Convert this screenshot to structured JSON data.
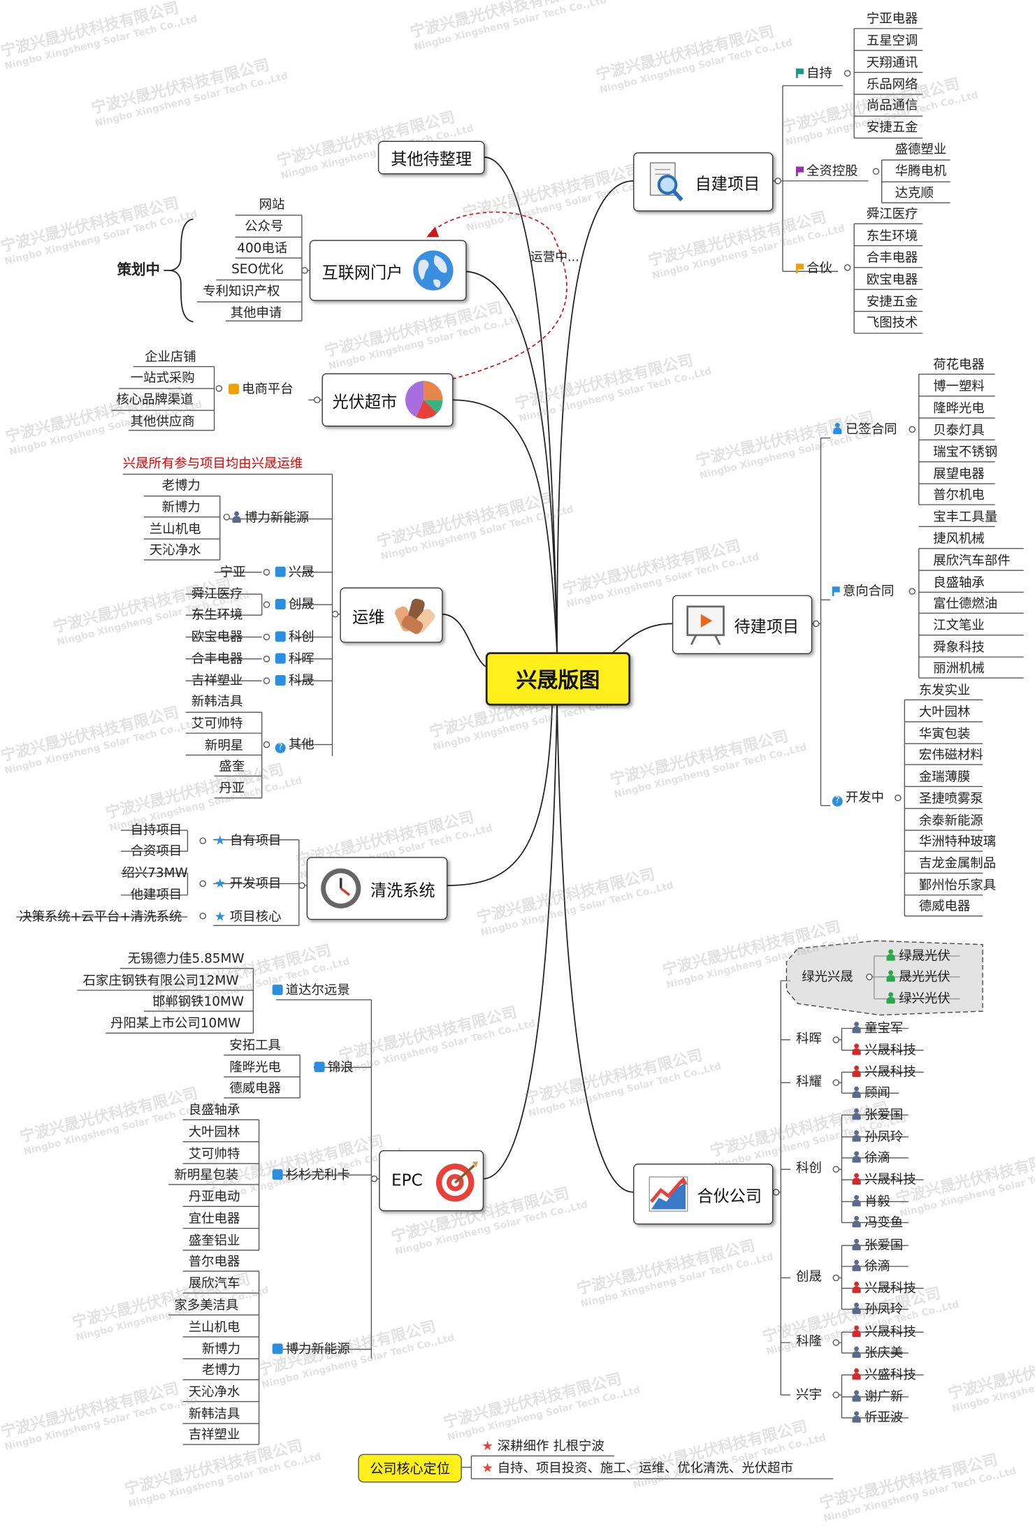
{
  "center": "兴晟版图",
  "branches": {
    "self_built": {
      "label": "自建项目",
      "groups": [
        {
          "label": "自持",
          "items": [
            "宁亚电器",
            "五星空调",
            "天翔通讯",
            "乐品网络",
            "尚品通信",
            "安捷五金"
          ]
        },
        {
          "label": "全资控股",
          "items": [
            "盛德塑业",
            "华腾电机",
            "达克顺"
          ]
        },
        {
          "label": "合伙",
          "items": [
            "舜江医疗",
            "东生环境",
            "合丰电器",
            "欧宝电器",
            "安捷五金",
            "飞图技术"
          ]
        }
      ]
    },
    "pending": {
      "label": "待建项目",
      "groups": [
        {
          "label": "已签合同",
          "items": [
            "荷花电器",
            "博一塑料",
            "隆晔光电",
            "贝泰灯具",
            "瑞宝不锈钢",
            "展望电器",
            "普尔机电",
            "宝丰工具量"
          ]
        },
        {
          "label": "意向合同",
          "items": [
            "捷风机械",
            "展欣汽车部件",
            "良盛轴承",
            "富仕德燃油",
            "江文笔业",
            "舜象科技",
            "丽洲机械"
          ]
        },
        {
          "label": "开发中",
          "items": [
            "东发实业",
            "大叶园林",
            "华寅包装",
            "宏伟磁材料",
            "金瑞薄膜",
            "圣捷喷雾泵",
            "余泰新能源",
            "华洲特种玻璃",
            "吉龙金属制品",
            "鄞州怡乐家具",
            "德威电器"
          ]
        }
      ]
    },
    "partners": {
      "label": "合伙公司",
      "boundary": {
        "label": "绿光兴晟",
        "items": [
          "绿晟光伏",
          "晟光光伏",
          "绿兴光伏"
        ]
      },
      "groups": [
        {
          "label": "科晖",
          "items": [
            "童宝军",
            "兴晟科技"
          ]
        },
        {
          "label": "科耀",
          "items": [
            "兴晟科技",
            "顾闻"
          ]
        },
        {
          "label": "科创",
          "items": [
            "张爱国",
            "孙凤玲",
            "徐滴",
            "兴晟科技",
            "肖毅",
            "冯变鱼"
          ]
        },
        {
          "label": "创晟",
          "items": [
            "张爱国",
            "徐滴",
            "兴晟科技",
            "孙凤玲"
          ]
        },
        {
          "label": "科隆",
          "items": [
            "兴晟科技",
            "张庆美"
          ]
        },
        {
          "label": "兴宇",
          "items": [
            "兴盛科技",
            "谢广新",
            "忻亚波"
          ]
        }
      ]
    },
    "other": {
      "label": "其他待整理"
    },
    "portal": {
      "label": "互联网门户",
      "annotation": "运营中...",
      "bracket_label": "策划中",
      "items": [
        "网站",
        "公众号",
        "400电话",
        "SEO优化",
        "专利知识产权",
        "其他申请"
      ]
    },
    "market": {
      "label": "光伏超市",
      "group": "电商平台",
      "items": [
        "企业店铺",
        "一站式采购",
        "核心品牌渠道",
        "其他供应商"
      ]
    },
    "om": {
      "label": "运维",
      "note": "兴晟所有参与项目均由兴晟运维",
      "groups": [
        {
          "label": "博力新能源",
          "items": [
            "老博力",
            "新博力",
            "兰山机电",
            "天沁净水"
          ]
        },
        {
          "label": "兴晟",
          "items": [
            "宁亚"
          ]
        },
        {
          "label": "创晟",
          "items": [
            "舜江医疗",
            "东生环境"
          ]
        },
        {
          "label": "科创",
          "items": [
            "欧宝电器"
          ]
        },
        {
          "label": "科晖",
          "items": [
            "合丰电器"
          ]
        },
        {
          "label": "科晟",
          "items": [
            "吉祥塑业"
          ]
        },
        {
          "label": "其他",
          "items": [
            "新韩洁具",
            "艾可帅特",
            "新明星",
            "盛奎",
            "丹亚"
          ]
        }
      ]
    },
    "cleaning": {
      "label": "清洗系统",
      "groups": [
        {
          "label": "自有项目",
          "items": [
            "自持项目",
            "合资项目"
          ]
        },
        {
          "label": "开发项目",
          "items": [
            "绍兴73MW",
            "他建项目"
          ]
        },
        {
          "label": "项目核心",
          "items": [
            "决策系统+云平台+清洗系统"
          ]
        }
      ]
    },
    "epc": {
      "label": "EPC",
      "groups": [
        {
          "label": "道达尔远景",
          "items": [
            "无锡德力佳5.85MW",
            "石家庄钢铁有限公司12MW",
            "邯郸钢铁10MW",
            "丹阳某上市公司10MW"
          ]
        },
        {
          "label": "锦浪",
          "items": [
            "安拓工具",
            "隆晔光电",
            "德威电器"
          ]
        },
        {
          "label": "杉杉尤利卡",
          "items": [
            "良盛轴承",
            "大叶园林",
            "艾可帅特",
            "新明星包装",
            "丹亚电动",
            "宜仕电器",
            "盛奎铝业"
          ]
        },
        {
          "label": "博力新能源",
          "items": [
            "普尔电器",
            "展欣汽车",
            "家多美洁具",
            "兰山机电",
            "新博力",
            "老博力",
            "天沁净水",
            "新韩洁具",
            "吉祥塑业"
          ]
        }
      ]
    }
  },
  "core_position": {
    "label": "公司核心定位",
    "items": [
      "深耕细作 扎根宁波",
      "自持、项目投资、施工、运维、优化清洗、光伏超市"
    ]
  },
  "watermark": {
    "cn": "宁波兴晟光伏科技有限公司",
    "en": "Ningbo Xingsheng Solar Tech Co.,Ltd"
  },
  "colors": {
    "center": "#ffef1a",
    "flag_teal": "#1a9b8a",
    "flag_purple": "#9b2bb0",
    "flag_orange": "#f0a000",
    "blue_icon": "#2b8fe0",
    "red_text": "#e60000"
  }
}
